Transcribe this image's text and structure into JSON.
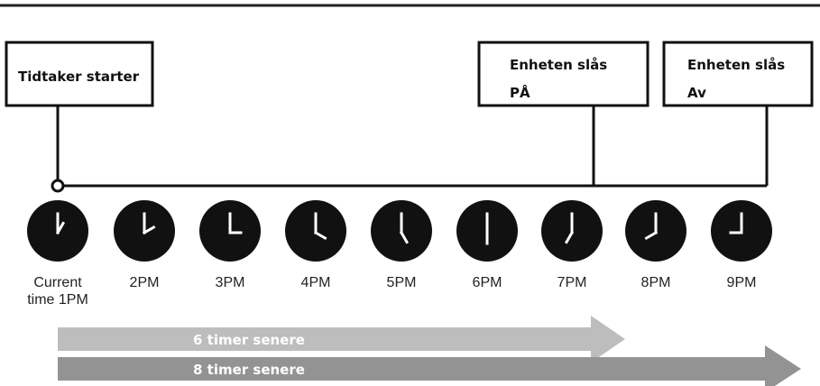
{
  "boxes": {
    "timer_start": {
      "label": "Tidtaker starter"
    },
    "device_on": {
      "line1": "Enheten slås",
      "line2": "PÅ"
    },
    "device_off": {
      "line1": "Enheten slås",
      "line2": "Av"
    }
  },
  "clocks": [
    {
      "label_line1": "Current",
      "label_line2": "time 1PM",
      "hour": 1
    },
    {
      "label_line1": "2PM",
      "hour": 2
    },
    {
      "label_line1": "3PM",
      "hour": 3
    },
    {
      "label_line1": "4PM",
      "hour": 4
    },
    {
      "label_line1": "5PM",
      "hour": 5
    },
    {
      "label_line1": "6PM",
      "hour": 6
    },
    {
      "label_line1": "7PM",
      "hour": 7
    },
    {
      "label_line1": "8PM",
      "hour": 8
    },
    {
      "label_line1": "9PM",
      "hour": 9
    }
  ],
  "arrows": [
    {
      "label": "6 timer senere",
      "hours": 6,
      "color": "#bdbdbd"
    },
    {
      "label": "8 timer senere",
      "hours": 8,
      "color": "#939393"
    }
  ],
  "colors": {
    "line": "#111111",
    "clock_face": "#111111",
    "hands": "#ffffff"
  }
}
